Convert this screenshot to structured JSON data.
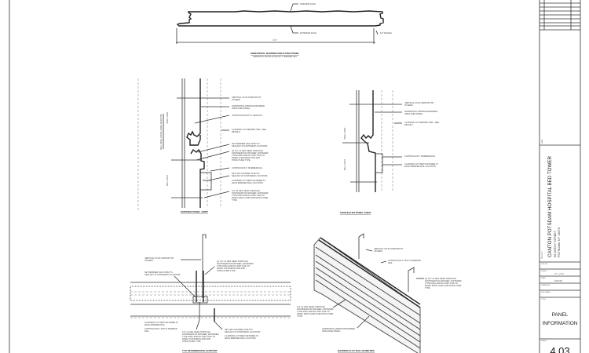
{
  "sheet": {
    "top_panel": {
      "title": "HORIZONTAL BARRIER INSULATED PANEL",
      "subtitle": "HORIZONTAL INSTALLATION W/ 1\" BARRIER RAIL",
      "interior_label": "INTERIOR FACE",
      "exterior_label": "EXTERIOR FACE",
      "reveal_label": "1/2\" REVEAL",
      "dimension": "3'-0\""
    },
    "exposed_joint": {
      "title": "EXPOSED PANEL JOINT",
      "side_label": "WALL PANEL INSTALLATION DIRECTION",
      "upper_label": "PANEL JOINT",
      "lower_label": "WALL JOINT",
      "notes": [
        "VERTICAL STUD SUPPORT BY OTHERS",
        "HORIZONTAL WINDSOR BARRIER INSULATED PANEL",
        "CONTINUOUS BUTYL SEALANT",
        "CLADDING SYSTEM BEYOND - SEE DETAILS",
        "SET BARRIER RAIL IN BUTYL SEALANT AT FASTENER LOCATIONS",
        "(2) 1/4\"-14 HEX HEAD THROUGH FASTENERS W/ WASHER, FASTENER TYPE AND LENGTH VARY DUE TO PANEL THICKNESS AND SUB STRUCTURE TYPE",
        "CONTINUOUS 1\" BARRIER RAIL",
        "SET HAT CHANNEL IN BUTYL SEALANT AT FASTENER LOCATIONS",
        "CLADDING SYSTEM FASTENER AT EACH BARRIER RAIL LOCATION",
        "1/4\"-14 HEX HEAD THROUGH FASTENERS W/ WASHER, FASTENER TYPE AND LENGTH VARY DUE TO PANEL WIDTH AND SUB STRUCTURE TYPE"
      ]
    },
    "concealed_joint": {
      "title": "CONCEALED PANEL JOINT",
      "notes": [
        "VERTICAL STUD SUPPORT BY OTHERS",
        "HORIZONTAL WINDSOR BARRIER INSULATED PANEL",
        "CLADDING SYSTEM BEYOND - SEE DETAILS",
        "CONTINUOUS 1\" BARRIER RAIL",
        "CLADDING SYSTEM FASTENER AT EACH BARRIER RAIL LOCATION"
      ]
    },
    "intermediate_support": {
      "title": "TYP. INTERMEDIATE SUPPORT",
      "notes": [
        "VERTICAL STUD SUPPORT BY OTHERS",
        "SET BARRIER RAIL IN BUTYL SEALANT AT FASTENER LOCATIONS",
        "(2) 1/4\"-14 HEX HEAD THROUGH FASTENERS W/ WASHER, FASTENER TYPE AND LENGTH VARY DUE TO PANEL THICKNESS AND SUB STRUCTURE TYPE",
        "CLADDING SYSTEM FASTENER AT EACH BARRIER RAIL",
        "CONTINUOUS 1\" BUTYL BARRIER RAIL",
        "1/4\"-14 HEX HEAD THROUGH FASTENERS W/ WASHER, FASTENER TYPE AND LENGTH VARY DUE TO PANEL THICKNESS AND SUB STRUCTURE TYPE",
        "SET HAT CHANNEL IN BUTYL SEALANT AT FASTENER LOCATIONS",
        "CLADDING SYSTEM FASTENER AT EACH BARRIER RAIL LOCATION"
      ]
    },
    "isometric": {
      "title": "BARRIER FLAT RAIL ISOMETRIC",
      "notes": [
        "VERTICAL STUD SUPPORT BY OTHERS",
        "CONTINUOUS 1\" BUTYL BARRIER RAIL",
        "(2) 1/4\"-14 HEX HEAD THROUGH FASTENERS W/ WASHER, FASTENER TYPE AND LENGTH VARY DUE TO PANEL WIDTH AND SUB STRUCTURE TYPE",
        "1/4\"-14 HEX HEAD THROUGH FASTENERS W/ WASHER, FASTENER TYPE AND LENGTH VARY DUE TO PANEL WIDTH AND SUB STRUCTURE TYPE",
        "HORIZONTAL WINDSOR BARRIER INSULATED PANEL"
      ]
    }
  },
  "title_block": {
    "seal_label": "SEAL",
    "project_label": "PROJECT",
    "project_name": "CANTON POTSDAM HOSPITAL BED TOWER",
    "address_line1": "50 LEROY STREET",
    "address_line2": "POTSDAM, NY 13676",
    "job_no_label": "JOB NO.",
    "scale_label": "SCALE",
    "scale_value": "3\" = 1'-0\"",
    "date_label": "DATE",
    "date_value": "5/31/18",
    "drawn_by_label": "DRAWN BY",
    "file_name_label": "FILE NAME",
    "title_label": "TITLE",
    "sheet_title_line1": "PANEL",
    "sheet_title_line2": "INFORMATION",
    "sheet_label": "SHEET",
    "sheet_number": "4.03"
  }
}
